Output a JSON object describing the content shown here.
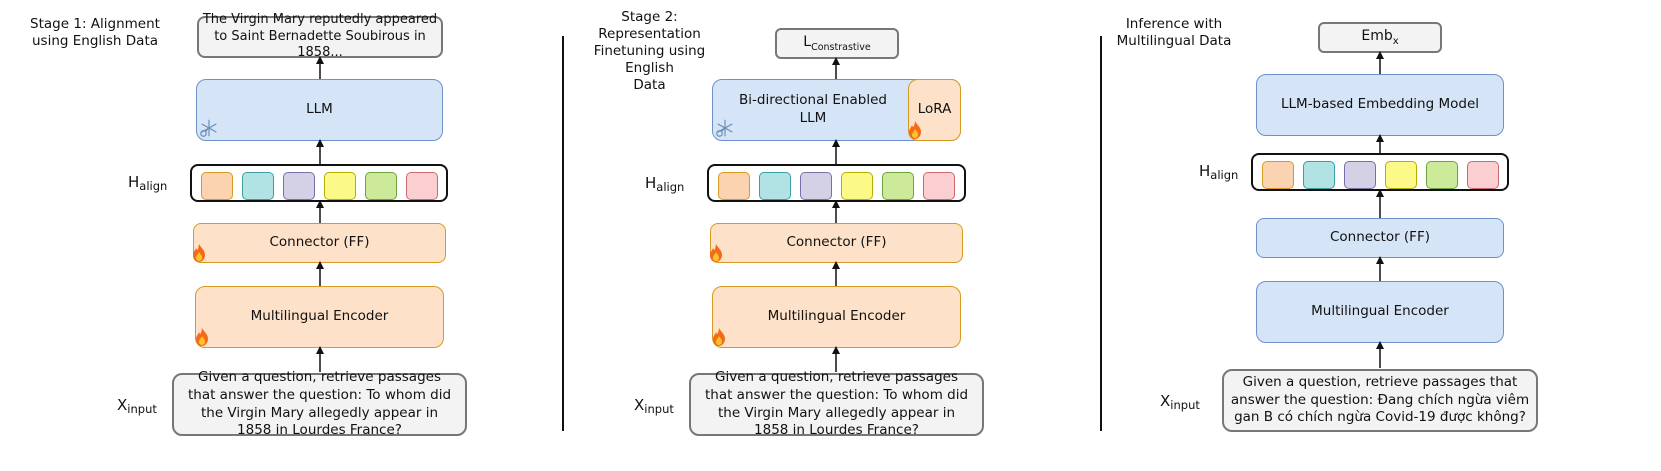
{
  "stages": [
    {
      "title_lines": [
        "Stage 1:  Alignment",
        "using English Data"
      ],
      "output_text": "The Virgin Mary reputedly appeared to Saint Bernadette Soubirous in 1858...",
      "model_label": "LLM",
      "halign_label": "H",
      "halign_sub": "align",
      "connector_label": "Connector (FF)",
      "encoder_label": "Multilingual Encoder",
      "input_label": "X",
      "input_sub": "input",
      "input_text": "Given a question, retrieve passages that answer the question: To whom did the Virgin Mary allegedly appear in 1858 in Lourdes France?"
    },
    {
      "title_lines": [
        "Stage 2: Representation",
        "Finetuning using English",
        "Data"
      ],
      "output_label": "L",
      "output_sub": "Constrastive",
      "model_label": "Bi-directional Enabled LLM",
      "lora_label": "LoRA",
      "halign_label": "H",
      "halign_sub": "align",
      "connector_label": "Connector (FF)",
      "encoder_label": "Multilingual Encoder",
      "input_label": "X",
      "input_sub": "input",
      "input_text": "Given a question, retrieve passages that answer the question: To whom did the Virgin Mary allegedly appear in 1858 in Lourdes France?"
    },
    {
      "title_lines": [
        "Inference with",
        "Multilingual Data"
      ],
      "output_label": "Emb",
      "output_sub": "x",
      "model_label": "LLM-based Embedding Model",
      "halign_label": "H",
      "halign_sub": "align",
      "connector_label": "Connector (FF)",
      "encoder_label": "Multilingual Encoder",
      "input_label": "X",
      "input_sub": "input",
      "input_text": "Given a question, retrieve passages that answer the question: Đang chích ngừa viêm gan B có chích ngừa Covid-19 được không?"
    }
  ],
  "token_colors": [
    "#fbd3b1",
    "#b1e3e4",
    "#d4d0e6",
    "#fbfa88",
    "#cde99a",
    "#fbcfd2"
  ],
  "icons": {
    "trainable": "fire-icon",
    "frozen": "snowflake-icon"
  },
  "colors": {
    "frozen_blue": "#d5e5f7",
    "trainable_orange": "#fde1c8",
    "flame": "#f36b18"
  }
}
